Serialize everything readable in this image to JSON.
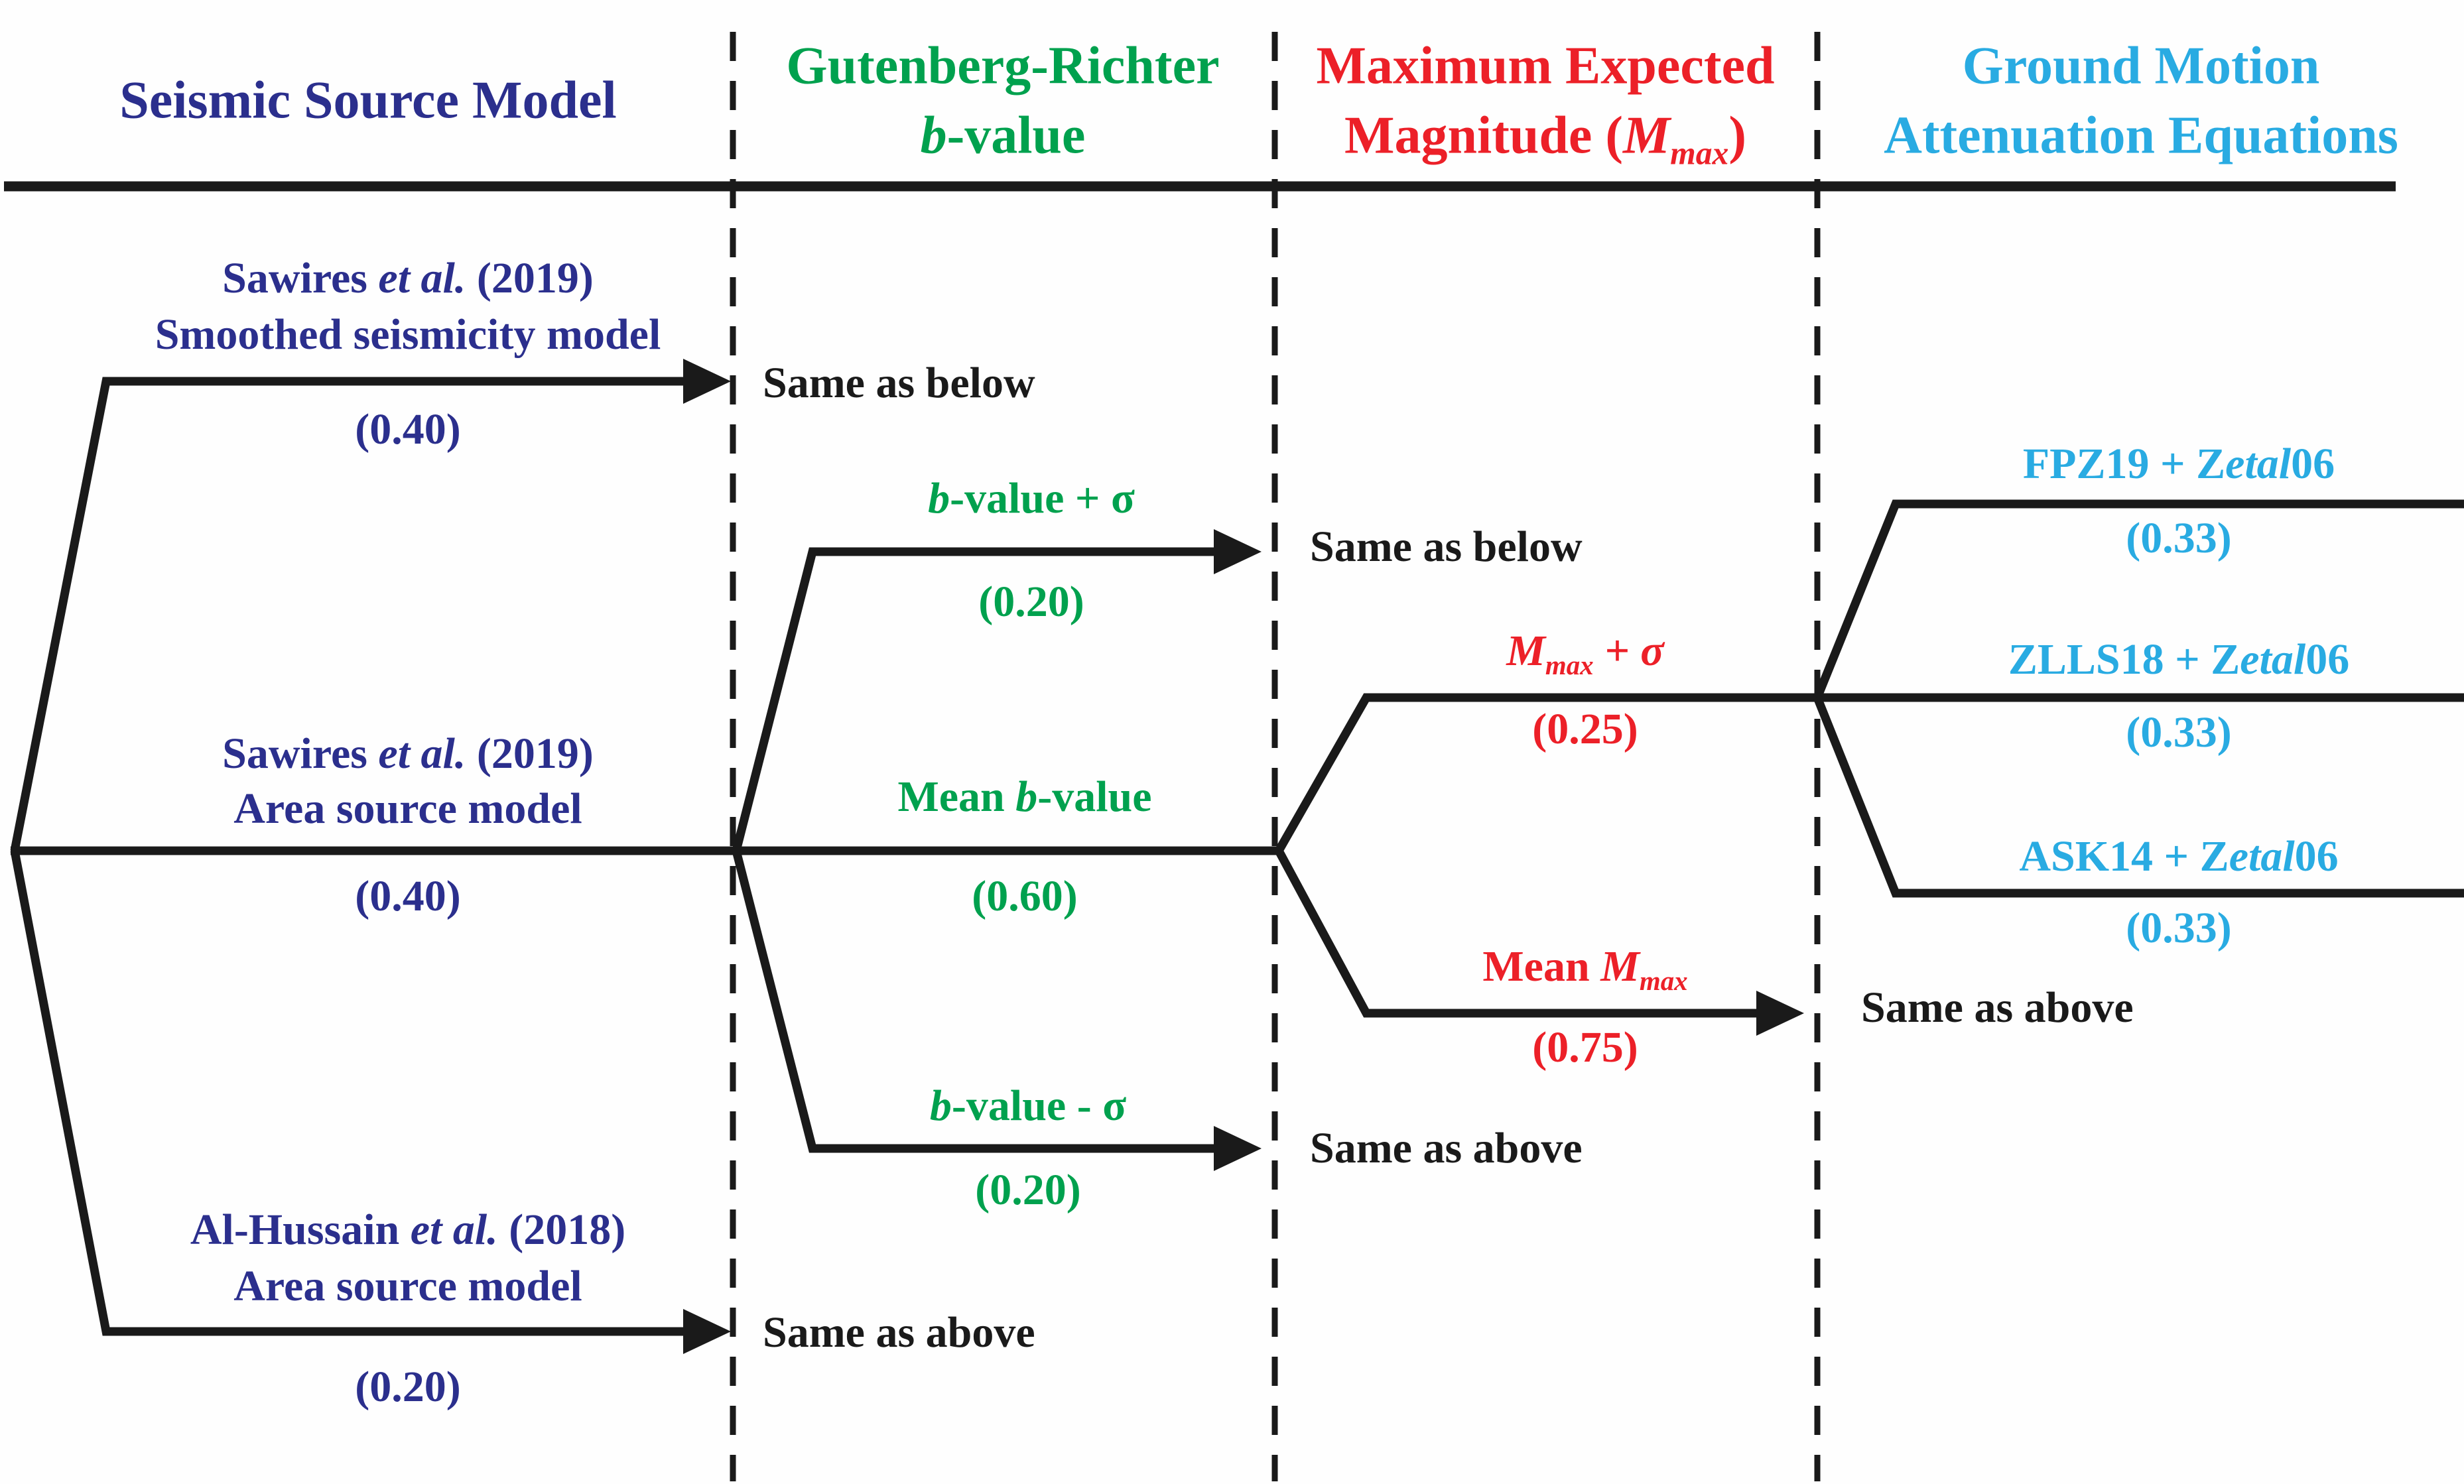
{
  "palette": {
    "navy": "#2b2f8d",
    "green": "#00a14e",
    "red": "#ec2028",
    "cyan": "#29abe2",
    "line_black": "#1a1a1a"
  },
  "headers": {
    "col1": {
      "line1": "Seismic Source Model"
    },
    "col2": {
      "line1": "Gutenberg-Richter",
      "line2_italic": "b",
      "line2_post": "-value"
    },
    "col3": {
      "line1": "Maximum Expected",
      "line2_pre": "Magnitude (",
      "line2_m": "M",
      "line2_sub": "max",
      "line2_post": ")"
    },
    "col4": {
      "line1": "Ground Motion",
      "line2": "Attenuation Equations"
    }
  },
  "source_models": [
    {
      "line1_pre": "Sawires ",
      "line1_italic": "et al.",
      "line1_post": " (2019)",
      "line2": "Smoothed seismicity model",
      "weight": "(0.40)"
    },
    {
      "line1_pre": "Sawires ",
      "line1_italic": "et al.",
      "line1_post": " (2019)",
      "line2": "Area source model",
      "weight": "(0.40)"
    },
    {
      "line1_pre": "Al-Hussain ",
      "line1_italic": "et al.",
      "line1_post": " (2018)",
      "line2": "Area source model",
      "weight": "(0.20)"
    }
  ],
  "b_values": [
    {
      "pre": "",
      "italic": "b",
      "post": "-value + σ",
      "weight": "(0.20)"
    },
    {
      "pre": "Mean ",
      "italic": "b",
      "post": "-value",
      "weight": "(0.60)"
    },
    {
      "pre": "",
      "italic": "b",
      "post": "-value - σ",
      "weight": "(0.20)"
    }
  ],
  "mmax": [
    {
      "pre": "",
      "m": "M",
      "sub": "max",
      "post": " + σ",
      "weight": "(0.25)"
    },
    {
      "pre": "Mean ",
      "m": "M",
      "sub": "max",
      "post": "",
      "weight": "(0.75)"
    }
  ],
  "gmpes": [
    {
      "pre": "FPZ19 + Z",
      "italic": "etal",
      "post": "06",
      "weight": "(0.33)"
    },
    {
      "pre": "ZLLS18 + Z",
      "italic": "etal",
      "post": "06",
      "weight": "(0.33)"
    },
    {
      "pre": "ASK14 + Z",
      "italic": "etal",
      "post": "06",
      "weight": "(0.33)"
    }
  ],
  "notes": {
    "col2_top": "Same as below",
    "col2_bottom": "Same as above",
    "col3_top": "Same as below",
    "col3_bottom": "Same as above",
    "col4": "Same as above"
  }
}
